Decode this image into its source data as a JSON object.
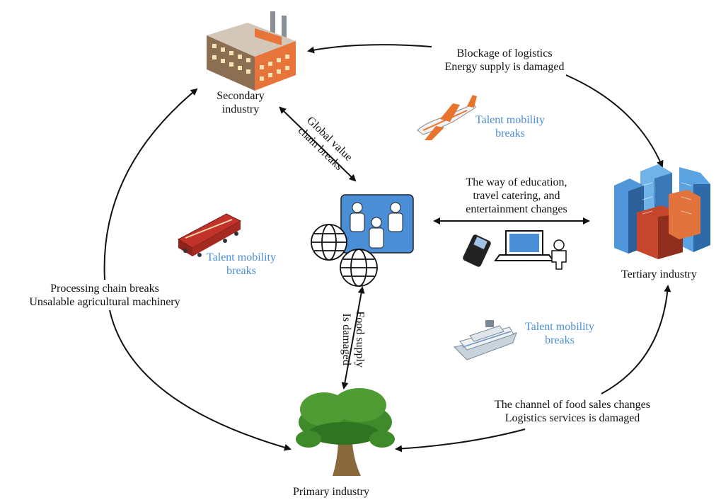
{
  "nodes": {
    "secondary": {
      "label_line1": "Secondary",
      "label_line2": "industry"
    },
    "tertiary": {
      "label": "Tertiary industry"
    },
    "primary": {
      "label": "Primary industry"
    }
  },
  "edges": {
    "logistics_energy": {
      "line1": "Blockage of logistics",
      "line2": "Energy supply is damaged"
    },
    "processing": {
      "line1": "Processing chain breaks",
      "line2": "Unsalable agricultural machinery"
    },
    "food_sales": {
      "line1": "The channel of food sales changes",
      "line2": "Logistics services is damaged"
    },
    "education": {
      "line1": "The way of education,",
      "line2": "travel catering, and",
      "line3": "entertainment changes"
    },
    "global_value": {
      "line1": "Global value",
      "line2": "chain breaks"
    },
    "food_supply": {
      "line1": "Food supply",
      "line2": "Is damaged"
    }
  },
  "talent": {
    "plane": {
      "line1": "Talent mobility",
      "line2": "breaks"
    },
    "train": {
      "line1": "Talent mobility",
      "line2": "breaks"
    },
    "ship": {
      "line1": "Talent mobility",
      "line2": "breaks"
    }
  },
  "colors": {
    "accent_blue": "#4a8fd6",
    "people_box": "#4a8fd6",
    "tree_green": "#3f8a2a",
    "factory_orange": "#e7753b",
    "city_blue": "#3a8fd1",
    "train_red": "#c1322a"
  },
  "icons": [
    "factory-icon",
    "city-icon",
    "tree-icon",
    "people-icon",
    "globe-icon",
    "airplane-icon",
    "train-icon",
    "ship-icon",
    "phone-icon",
    "laptop-icon",
    "person-icon"
  ]
}
